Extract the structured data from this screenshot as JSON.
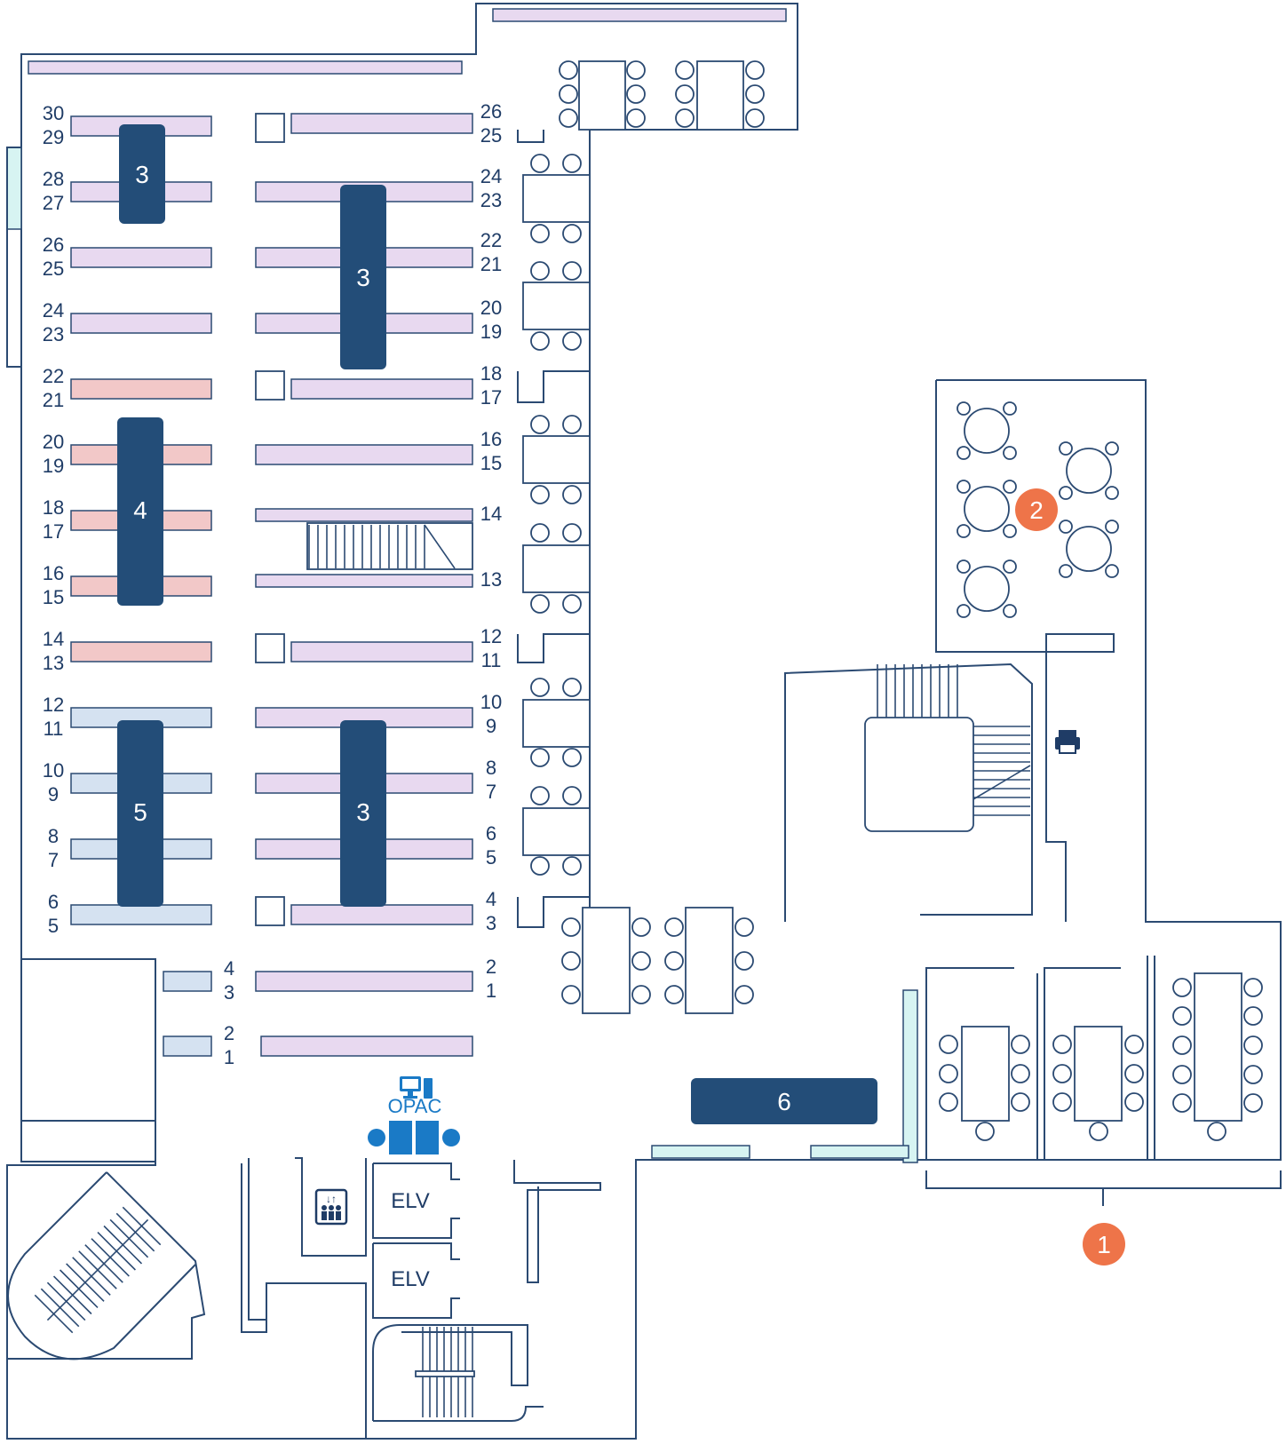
{
  "map": {
    "left_rows": [
      {
        "top": "30",
        "bottom": "29"
      },
      {
        "top": "28",
        "bottom": "27"
      },
      {
        "top": "26",
        "bottom": "25"
      },
      {
        "top": "24",
        "bottom": "23"
      },
      {
        "top": "22",
        "bottom": "21"
      },
      {
        "top": "20",
        "bottom": "19"
      },
      {
        "top": "18",
        "bottom": "17"
      },
      {
        "top": "16",
        "bottom": "15"
      },
      {
        "top": "14",
        "bottom": "13"
      },
      {
        "top": "12",
        "bottom": "11"
      },
      {
        "top": "10",
        "bottom": "9"
      },
      {
        "top": "8",
        "bottom": "7"
      },
      {
        "top": "6",
        "bottom": "5"
      },
      {
        "top": "4",
        "bottom": "3"
      },
      {
        "top": "2",
        "bottom": "1"
      }
    ],
    "center_rows": [
      {
        "top": "26",
        "bottom": "25"
      },
      {
        "top": "24",
        "bottom": "23"
      },
      {
        "top": "22",
        "bottom": "21"
      },
      {
        "top": "20",
        "bottom": "19"
      },
      {
        "top": "18",
        "bottom": "17"
      },
      {
        "top": "16",
        "bottom": "15"
      },
      {
        "top": "14",
        "bottom": ""
      },
      {
        "top": "13",
        "bottom": ""
      },
      {
        "top": "12",
        "bottom": "11"
      },
      {
        "top": "10",
        "bottom": "9"
      },
      {
        "top": "8",
        "bottom": "7"
      },
      {
        "top": "6",
        "bottom": "5"
      },
      {
        "top": "4",
        "bottom": "3"
      },
      {
        "top": "2",
        "bottom": "1"
      }
    ],
    "zones": [
      "3",
      "3",
      "4",
      "5",
      "3",
      "6"
    ],
    "markers": [
      "1",
      "2"
    ],
    "elevators": [
      "ELV",
      "ELV"
    ],
    "opac_label": "OPAC",
    "icons": [
      "printer-icon",
      "computer-icon",
      "elevator-icon"
    ],
    "colors": {
      "wall": "#2b4a72",
      "zone": "#234d78",
      "marker": "#ee7449",
      "shelf_purple": "#e8d9f0",
      "shelf_pink": "#f2c8c8",
      "shelf_blue": "#d5e2f1",
      "shelf_cyan": "#d7f4f2",
      "opac": "#1a7ac6"
    }
  }
}
